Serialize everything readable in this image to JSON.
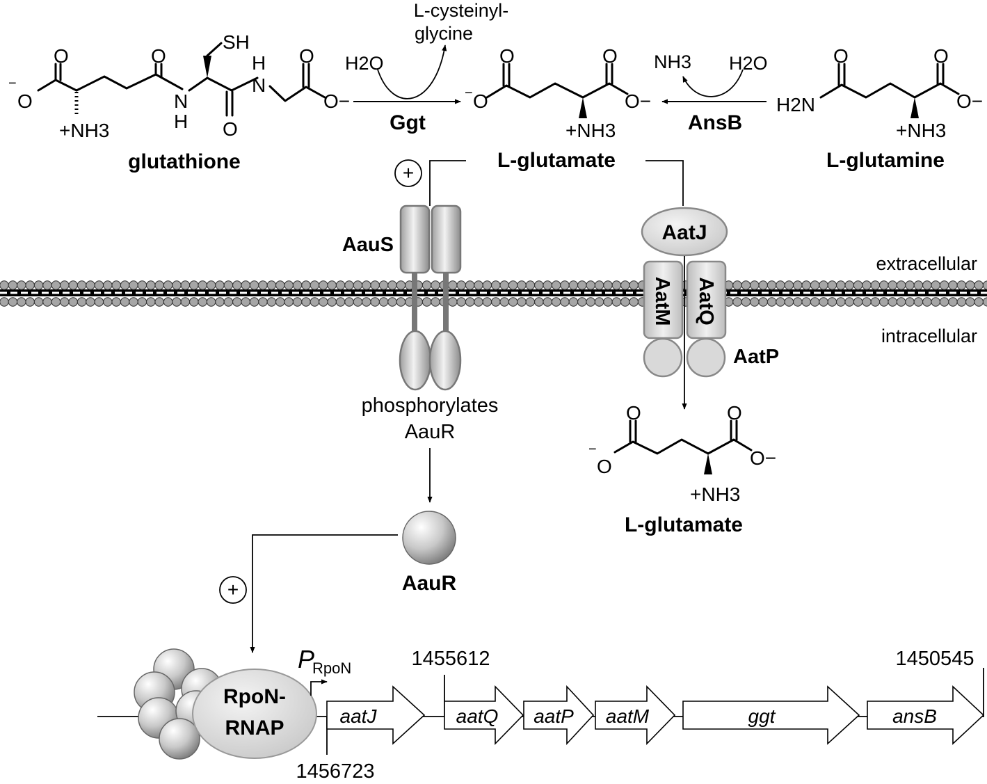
{
  "molecules": {
    "glutathione": "glutathione",
    "glutamate_top": "L-glutamate",
    "glutamine": "L-glutamine",
    "glutamate_bottom": "L-glutamate",
    "cysteinylglycine_line1": "L-cysteinyl-",
    "cysteinylglycine_line2": "glycine",
    "water": "H2O",
    "ammonia": "NH3"
  },
  "atoms": {
    "O": "O",
    "O_minus": "O−",
    "minus": "−",
    "NH3_plus": "+NH3",
    "N": "N",
    "H": "H",
    "SH": "SH",
    "H2N": "H2N"
  },
  "enzymes": {
    "ggt": "Ggt",
    "ansb": "AnsB"
  },
  "proteins": {
    "aaus": "AauS",
    "aatj": "AatJ",
    "aatm": "AatM",
    "aatq": "AatQ",
    "aatp": "AatP",
    "aaur": "AauR",
    "rpon_line1": "RpoN-",
    "rpon_line2": "RNAP"
  },
  "labels": {
    "extracellular": "extracellular",
    "intracellular": "intracellular",
    "phosphorylates_line1": "phosphorylates",
    "phosphorylates_line2": "AauR",
    "plus_sign": "+"
  },
  "promoter": {
    "letter": "P",
    "subscript": "RpoN"
  },
  "coordinates": {
    "start": "1456723",
    "mid": "1455612",
    "end": "1450545"
  },
  "genes": [
    "aatJ",
    "aatQ",
    "aatP",
    "aatM",
    "ggt",
    "ansB"
  ],
  "colors": {
    "protein_fill": "#d9d9d9",
    "protein_stroke": "#7f7f7f",
    "membrane_bead": "#a6a6a6",
    "line": "#000000"
  }
}
